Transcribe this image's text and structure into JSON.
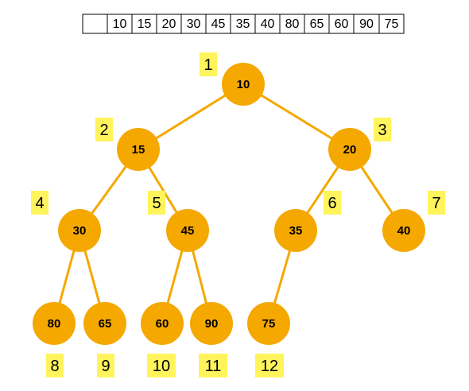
{
  "colors": {
    "node_fill": "#F5A800",
    "edge": "#F5A800",
    "index_label_bg": "#FFF45C",
    "array_border": "#000000"
  },
  "array": {
    "cells": [
      "",
      "10",
      "15",
      "20",
      "30",
      "45",
      "35",
      "40",
      "80",
      "65",
      "60",
      "90",
      "75"
    ]
  },
  "tree": {
    "nodes": [
      {
        "index": "1",
        "value": "10"
      },
      {
        "index": "2",
        "value": "15"
      },
      {
        "index": "3",
        "value": "20"
      },
      {
        "index": "4",
        "value": "30"
      },
      {
        "index": "5",
        "value": "45"
      },
      {
        "index": "6",
        "value": "35"
      },
      {
        "index": "7",
        "value": "40"
      },
      {
        "index": "8",
        "value": "80"
      },
      {
        "index": "9",
        "value": "65"
      },
      {
        "index": "10",
        "value": "60"
      },
      {
        "index": "11",
        "value": "90"
      },
      {
        "index": "12",
        "value": "75"
      }
    ],
    "edges": [
      [
        1,
        2
      ],
      [
        1,
        3
      ],
      [
        2,
        4
      ],
      [
        2,
        5
      ],
      [
        3,
        6
      ],
      [
        3,
        7
      ],
      [
        4,
        8
      ],
      [
        4,
        9
      ],
      [
        5,
        10
      ],
      [
        5,
        11
      ],
      [
        6,
        12
      ]
    ]
  }
}
